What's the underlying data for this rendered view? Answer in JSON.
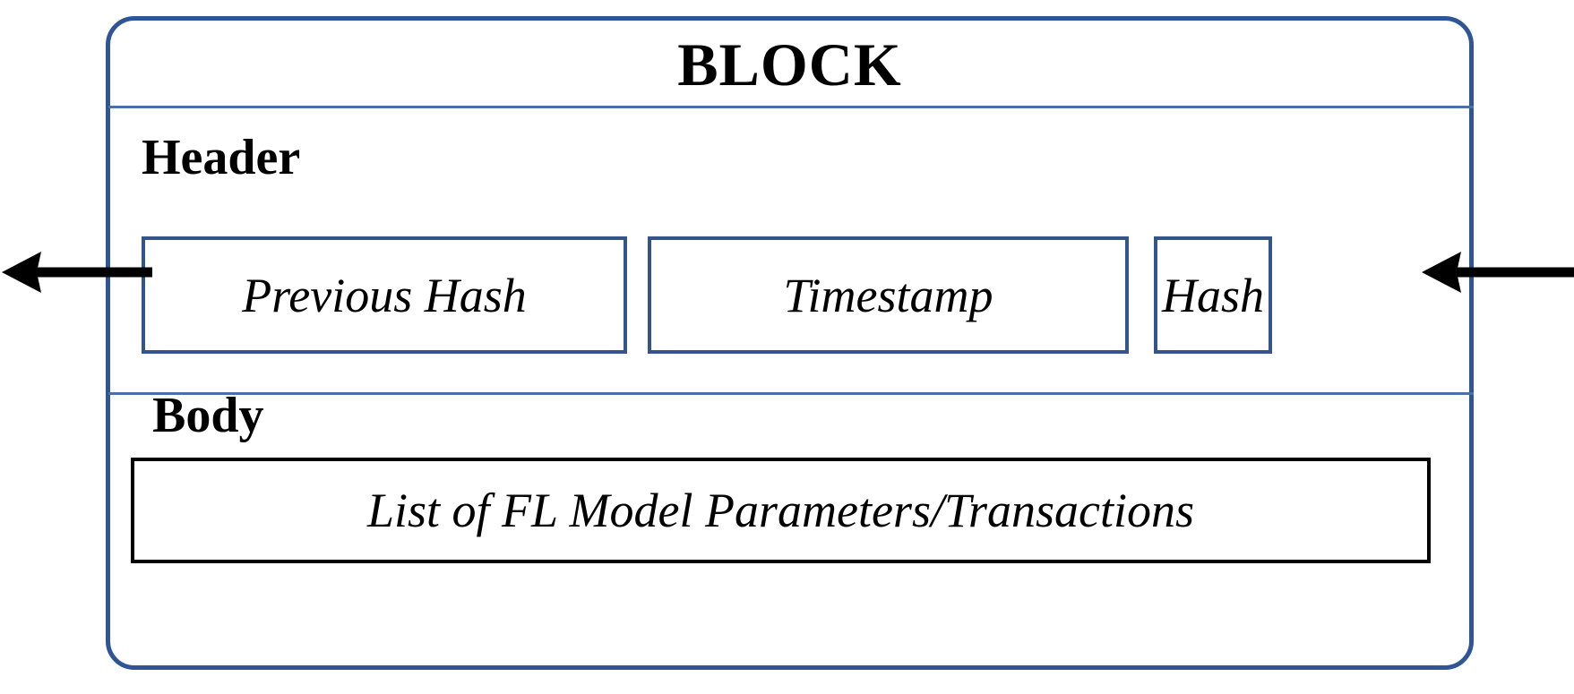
{
  "diagram": {
    "title": "BLOCK",
    "sections": {
      "header": {
        "label": "Header",
        "fields": [
          {
            "name": "previous-hash",
            "label": "Previous Hash"
          },
          {
            "name": "timestamp",
            "label": "Timestamp"
          },
          {
            "name": "hash",
            "label": "Hash"
          }
        ]
      },
      "body": {
        "label": "Body",
        "content": "List of FL Model Parameters/Transactions"
      }
    },
    "connectors": [
      {
        "name": "chain-link-outgoing-left",
        "direction": "left",
        "icon": "arrow-left-icon"
      },
      {
        "name": "chain-link-incoming-right",
        "direction": "left",
        "icon": "arrow-left-icon"
      }
    ],
    "colors": {
      "block_border": "#2f5597",
      "divider": "#4a70a8",
      "field_box_border": "#35548c",
      "body_box_border": "#000000",
      "text": "#000000",
      "background": "#ffffff"
    }
  }
}
